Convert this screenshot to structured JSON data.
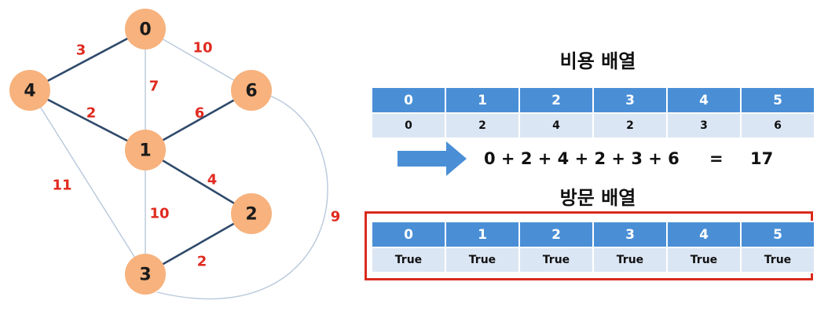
{
  "graph": {
    "nodes": [
      {
        "id": "0",
        "label": "0"
      },
      {
        "id": "1",
        "label": "1"
      },
      {
        "id": "2",
        "label": "2"
      },
      {
        "id": "3",
        "label": "3"
      },
      {
        "id": "4",
        "label": "4"
      },
      {
        "id": "6",
        "label": "6"
      }
    ],
    "edges": [
      {
        "from": "4",
        "to": "0",
        "weight": "3",
        "in_tree": true
      },
      {
        "from": "0",
        "to": "1",
        "weight": "7",
        "in_tree": false
      },
      {
        "from": "0",
        "to": "6",
        "weight": "10",
        "in_tree": false
      },
      {
        "from": "4",
        "to": "1",
        "weight": "2",
        "in_tree": true
      },
      {
        "from": "1",
        "to": "6",
        "weight": "6",
        "in_tree": true
      },
      {
        "from": "4",
        "to": "3",
        "weight": "11",
        "in_tree": false
      },
      {
        "from": "1",
        "to": "2",
        "weight": "4",
        "in_tree": true
      },
      {
        "from": "1",
        "to": "3",
        "weight": "10",
        "in_tree": false
      },
      {
        "from": "3",
        "to": "2",
        "weight": "2",
        "in_tree": true
      },
      {
        "from": "6",
        "to": "3",
        "weight": "9",
        "in_tree": false
      }
    ],
    "colors": {
      "node_fill": "#f7b27d",
      "tree_edge": "#2f4a6b",
      "other_edge": "#b8c8dc",
      "weight_text": "#e02a1f"
    }
  },
  "cost_array": {
    "title": "비용 배열",
    "headers": [
      "0",
      "1",
      "2",
      "3",
      "4",
      "5"
    ],
    "values": [
      "0",
      "2",
      "4",
      "2",
      "3",
      "6"
    ]
  },
  "sum": {
    "expression": "0 + 2 + 4 + 2 + 3 + 6",
    "equals": "=",
    "total": "17"
  },
  "visit_array": {
    "title": "방문 배열",
    "headers": [
      "0",
      "1",
      "2",
      "3",
      "4",
      "5"
    ],
    "values": [
      "True",
      "True",
      "True",
      "True",
      "True",
      "True"
    ],
    "frame_color": "#d92a1c"
  },
  "colors": {
    "header_bg": "#4a8fd6",
    "row_bg": "#dbe6f4",
    "arrow": "#4a8fd6"
  }
}
